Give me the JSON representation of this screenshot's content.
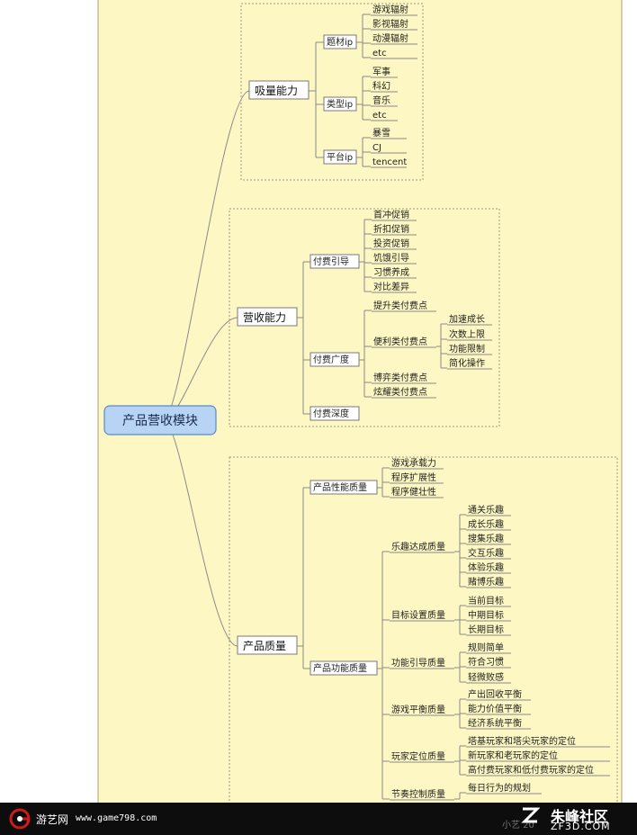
{
  "colors": {
    "canvas": "#fdf7c3",
    "root_fill": "#b8d4f4",
    "root_stroke": "#5a88c8",
    "footer": "#0d0d0d",
    "brand_red": "#cc1b1b"
  },
  "mindmap": {
    "root": "产品营收模块",
    "branches": [
      {
        "label": "吸量能力",
        "children": [
          {
            "label": "题材ip",
            "children": [
              "游戏辐射",
              "影视辐射",
              "动漫辐射",
              "etc"
            ]
          },
          {
            "label": "类型ip",
            "children": [
              "军事",
              "科幻",
              "音乐",
              "etc"
            ]
          },
          {
            "label": "平台ip",
            "children": [
              "暴雪",
              "CJ",
              "tencent"
            ]
          }
        ]
      },
      {
        "label": "营收能力",
        "children": [
          {
            "label": "付费引导",
            "children": [
              "首冲促销",
              "折扣促销",
              "投资促销",
              "饥饿引导",
              "习惯养成",
              "对比差异"
            ]
          },
          {
            "label": "付费广度",
            "children": [
              {
                "label": "提升类付费点"
              },
              {
                "label": "便利类付费点",
                "children": [
                  "加速成长",
                  "次数上限",
                  "功能限制",
                  "简化操作"
                ]
              },
              {
                "label": "博弈类付费点"
              },
              {
                "label": "炫耀类付费点"
              }
            ]
          },
          {
            "label": "付费深度"
          }
        ]
      },
      {
        "label": "产品质量",
        "children": [
          {
            "label": "产品性能质量",
            "children": [
              "游戏承载力",
              "程序扩展性",
              "程序健壮性"
            ]
          },
          {
            "label": "产品功能质量",
            "children": [
              {
                "label": "乐趣达成质量",
                "children": [
                  "通关乐趣",
                  "成长乐趣",
                  "搜集乐趣",
                  "交互乐趣",
                  "体验乐趣",
                  "赌博乐趣"
                ]
              },
              {
                "label": "目标设置质量",
                "children": [
                  "当前目标",
                  "中期目标",
                  "长期目标"
                ]
              },
              {
                "label": "功能引导质量",
                "children": [
                  "规则简单",
                  "符合习惯",
                  "轻微败感"
                ]
              },
              {
                "label": "游戏平衡质量",
                "children": [
                  "产出回收平衡",
                  "能力价值平衡",
                  "经济系统平衡"
                ]
              },
              {
                "label": "玩家定位质量",
                "children": [
                  "塔基玩家和塔尖玩家的定位",
                  "新玩家和老玩家的定位",
                  "高付费玩家和低付费玩家的定位"
                ]
              },
              {
                "label": "节奏控制质量",
                "children": [
                  "每日行为的规划"
                ]
              }
            ]
          }
        ]
      }
    ]
  },
  "footer": {
    "brand": "游艺网",
    "site": "www.game798.com",
    "logo_icon": "g-swirl-logo-icon",
    "community_mark": "z-mark-icon",
    "community": "朱峰社区",
    "domain": "ZF3D.COM",
    "faint": "小艺 20"
  }
}
